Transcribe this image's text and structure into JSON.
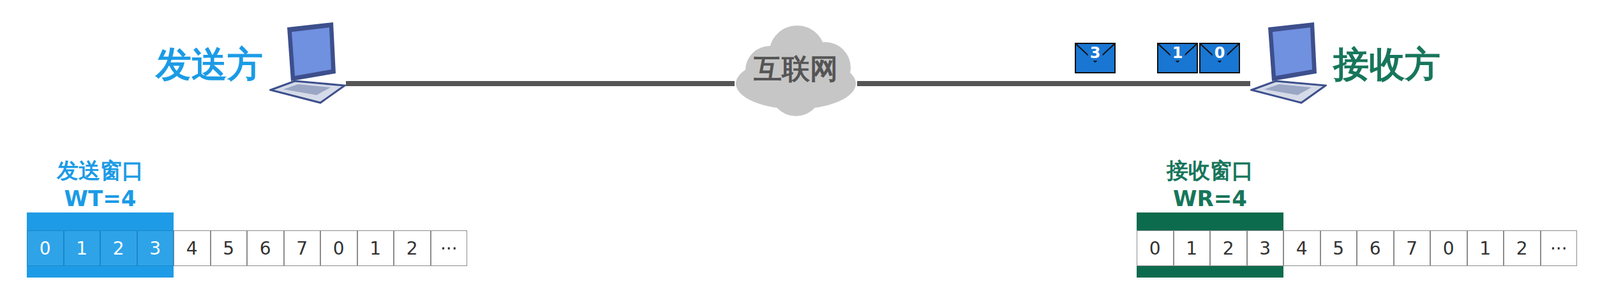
{
  "diagram": {
    "nodes": [
      {
        "text": [
          "发送方"
        ]
      },
      {
        "text": [
          "互联网"
        ]
      },
      {
        "text": [
          "接收方"
        ]
      },
      {
        "text": [
          "3"
        ]
      },
      {
        "text": [
          "1"
        ]
      },
      {
        "text": [
          "0"
        ]
      },
      {
        "text": [
          "发送窗口",
          "WT=4"
        ]
      },
      {
        "text": [
          "0"
        ],
        "in": 6
      },
      {
        "text": [
          "1"
        ],
        "in": 6
      },
      {
        "text": [
          "2"
        ],
        "in": 6
      },
      {
        "text": [
          "3"
        ],
        "in": 6
      },
      {
        "text": [
          "4"
        ]
      },
      {
        "text": [
          "5"
        ]
      },
      {
        "text": [
          "6"
        ]
      },
      {
        "text": [
          "7"
        ]
      },
      {
        "text": [
          "0"
        ]
      },
      {
        "text": [
          "1"
        ]
      },
      {
        "text": [
          "2"
        ]
      },
      {
        "text": [
          "···"
        ]
      },
      {
        "text": [
          "接收窗口",
          "WR=4"
        ]
      },
      {
        "text": [
          "0"
        ],
        "in": 19
      },
      {
        "text": [
          "1"
        ],
        "in": 19
      },
      {
        "text": [
          "2"
        ],
        "in": 19
      },
      {
        "text": [
          "3"
        ],
        "in": 19
      },
      {
        "text": [
          "4"
        ]
      },
      {
        "text": [
          "5"
        ]
      },
      {
        "text": [
          "6"
        ]
      },
      {
        "text": [
          "7"
        ]
      },
      {
        "text": [
          "0"
        ]
      },
      {
        "text": [
          "1"
        ]
      },
      {
        "text": [
          "2"
        ]
      },
      {
        "text": [
          "···"
        ]
      }
    ],
    "edges": [
      {
        "from": 0,
        "to": 1,
        "arrow": "none"
      },
      {
        "from": 1,
        "to": 2,
        "arrow": "none"
      }
    ]
  }
}
